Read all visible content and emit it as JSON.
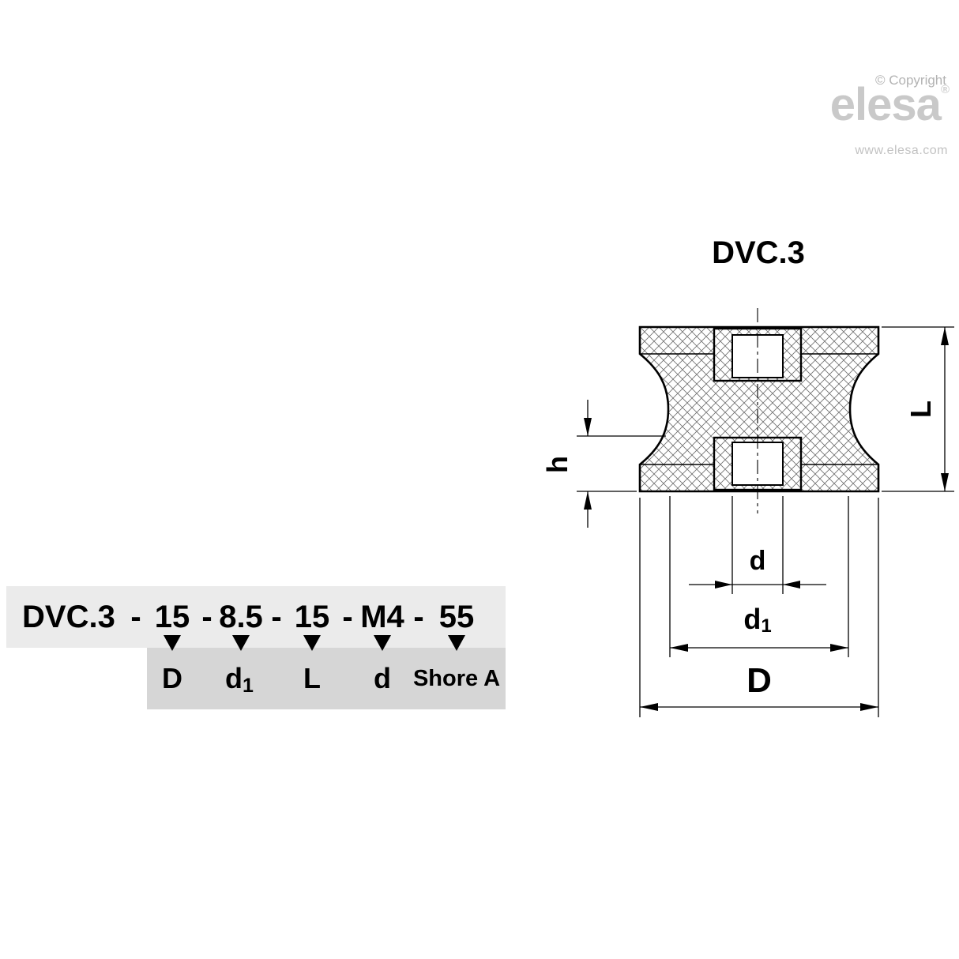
{
  "branding": {
    "copyright": "© Copyright",
    "logo": "elesa",
    "registered": "®",
    "website": "www.elesa.com"
  },
  "drawing": {
    "title": "DVC.3",
    "labels": {
      "L": "L",
      "h": "h",
      "d": "d",
      "d1_base": "d",
      "d1_sub": "1",
      "D": "D"
    }
  },
  "ordering": {
    "series": "DVC.3",
    "separator": "-",
    "values": [
      "15",
      "8.5",
      "15",
      "M4",
      "55"
    ],
    "labels": [
      {
        "base": "D",
        "sub": ""
      },
      {
        "base": "d",
        "sub": "1"
      },
      {
        "base": "L",
        "sub": ""
      },
      {
        "base": "d",
        "sub": ""
      },
      {
        "base": "Shore A",
        "sub": ""
      }
    ]
  },
  "colors": {
    "band_top": "#ebebeb",
    "band_bottom": "#d6d6d6",
    "logo_gray": "#c9c9c9"
  }
}
